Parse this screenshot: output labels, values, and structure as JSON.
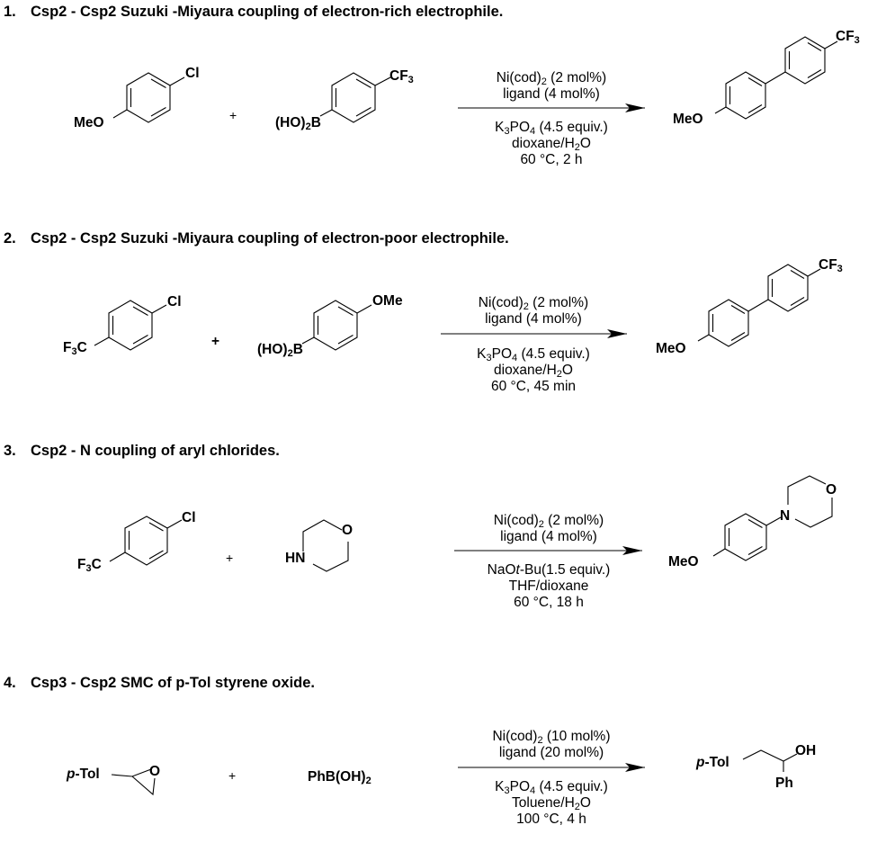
{
  "reactions": [
    {
      "number": "1.",
      "title": "Csp2 - Csp2 Suzuki -Miyaura coupling of electron-rich electrophile.",
      "reactant1": {
        "substituent_left": "MeO",
        "substituent_right": "Cl"
      },
      "plus": "+",
      "reactant2": {
        "left_main": "(HO)",
        "left_sub": "2",
        "left_end": "B",
        "right_main": "CF",
        "right_sub": "3"
      },
      "conditions_above": [
        {
          "a": "Ni(cod)",
          "sub": "2",
          "b": " (2 mol%)"
        },
        {
          "a": "ligand  (4 mol%)"
        }
      ],
      "conditions_below": [
        {
          "a": "K",
          "sub": "3",
          "b": "PO",
          "sub2": "4",
          "c": " (4.5 equiv.)"
        },
        {
          "a": "dioxane/H",
          "sub": "2",
          "b": "O"
        },
        {
          "a": "60 °C, 2 h"
        }
      ],
      "product": {
        "left": "MeO",
        "right_main": "CF",
        "right_sub": "3"
      }
    },
    {
      "number": "2.",
      "title": "Csp2 - Csp2 Suzuki -Miyaura coupling of electron-poor electrophile.",
      "reactant1": {
        "left_pre": "F",
        "left_sub": "3",
        "left_main": "C",
        "substituent_right": "Cl"
      },
      "plus": "+",
      "reactant2": {
        "left_main": "(HO)",
        "left_sub": "2",
        "left_end": "B",
        "right": "OMe"
      },
      "conditions_above": [
        {
          "a": "Ni(cod)",
          "sub": "2",
          "b": " (2 mol%)"
        },
        {
          "a": "ligand  (4 mol%)"
        }
      ],
      "conditions_below": [
        {
          "a": "K",
          "sub": "3",
          "b": "PO",
          "sub2": "4",
          "c": " (4.5 equiv.)"
        },
        {
          "a": "dioxane/H",
          "sub": "2",
          "b": "O"
        },
        {
          "a": "60 °C, 45 min"
        }
      ],
      "product": {
        "left": "MeO",
        "right_main": "CF",
        "right_sub": "3"
      }
    },
    {
      "number": "3.",
      "title": "Csp2 - N coupling of aryl chlorides.",
      "reactant1": {
        "left_pre": "F",
        "left_sub": "3",
        "left_main": "C",
        "substituent_right": "Cl"
      },
      "plus": "+",
      "reactant2": {
        "nh": "HN",
        "o": "O"
      },
      "conditions_above": [
        {
          "a": "Ni(cod)",
          "sub": "2",
          "b": " (2 mol%)"
        },
        {
          "a": "ligand  (4 mol%)"
        }
      ],
      "conditions_below": [
        {
          "a": "NaO",
          "ital": "t",
          "b": "-Bu(1.5 equiv.)"
        },
        {
          "a": "THF/dioxane"
        },
        {
          "a": "60 °C, 18 h"
        }
      ],
      "product": {
        "left": "MeO",
        "n": "N",
        "o": "O"
      }
    },
    {
      "number": "4.",
      "title": "Csp3 - Csp2 SMC of p-Tol styrene oxide.",
      "reactant1": {
        "ital": "p",
        "rest": "-Tol",
        "o": "O"
      },
      "plus": "+",
      "reactant2": {
        "main": "PhB(OH)",
        "sub": "2"
      },
      "conditions_above": [
        {
          "a": "Ni(cod)",
          "sub": "2",
          "b": " (10 mol%)"
        },
        {
          "a": "ligand  (20 mol%)"
        }
      ],
      "conditions_below": [
        {
          "a": "K",
          "sub": "3",
          "b": "PO",
          "sub2": "4",
          "c": " (4.5 equiv.)"
        },
        {
          "a": "Toluene/H",
          "sub": "2",
          "b": "O"
        },
        {
          "a": "100 °C, 4 h"
        }
      ],
      "product": {
        "ital": "p",
        "rest": "-Tol",
        "oh": "OH",
        "ph": "Ph"
      }
    }
  ]
}
